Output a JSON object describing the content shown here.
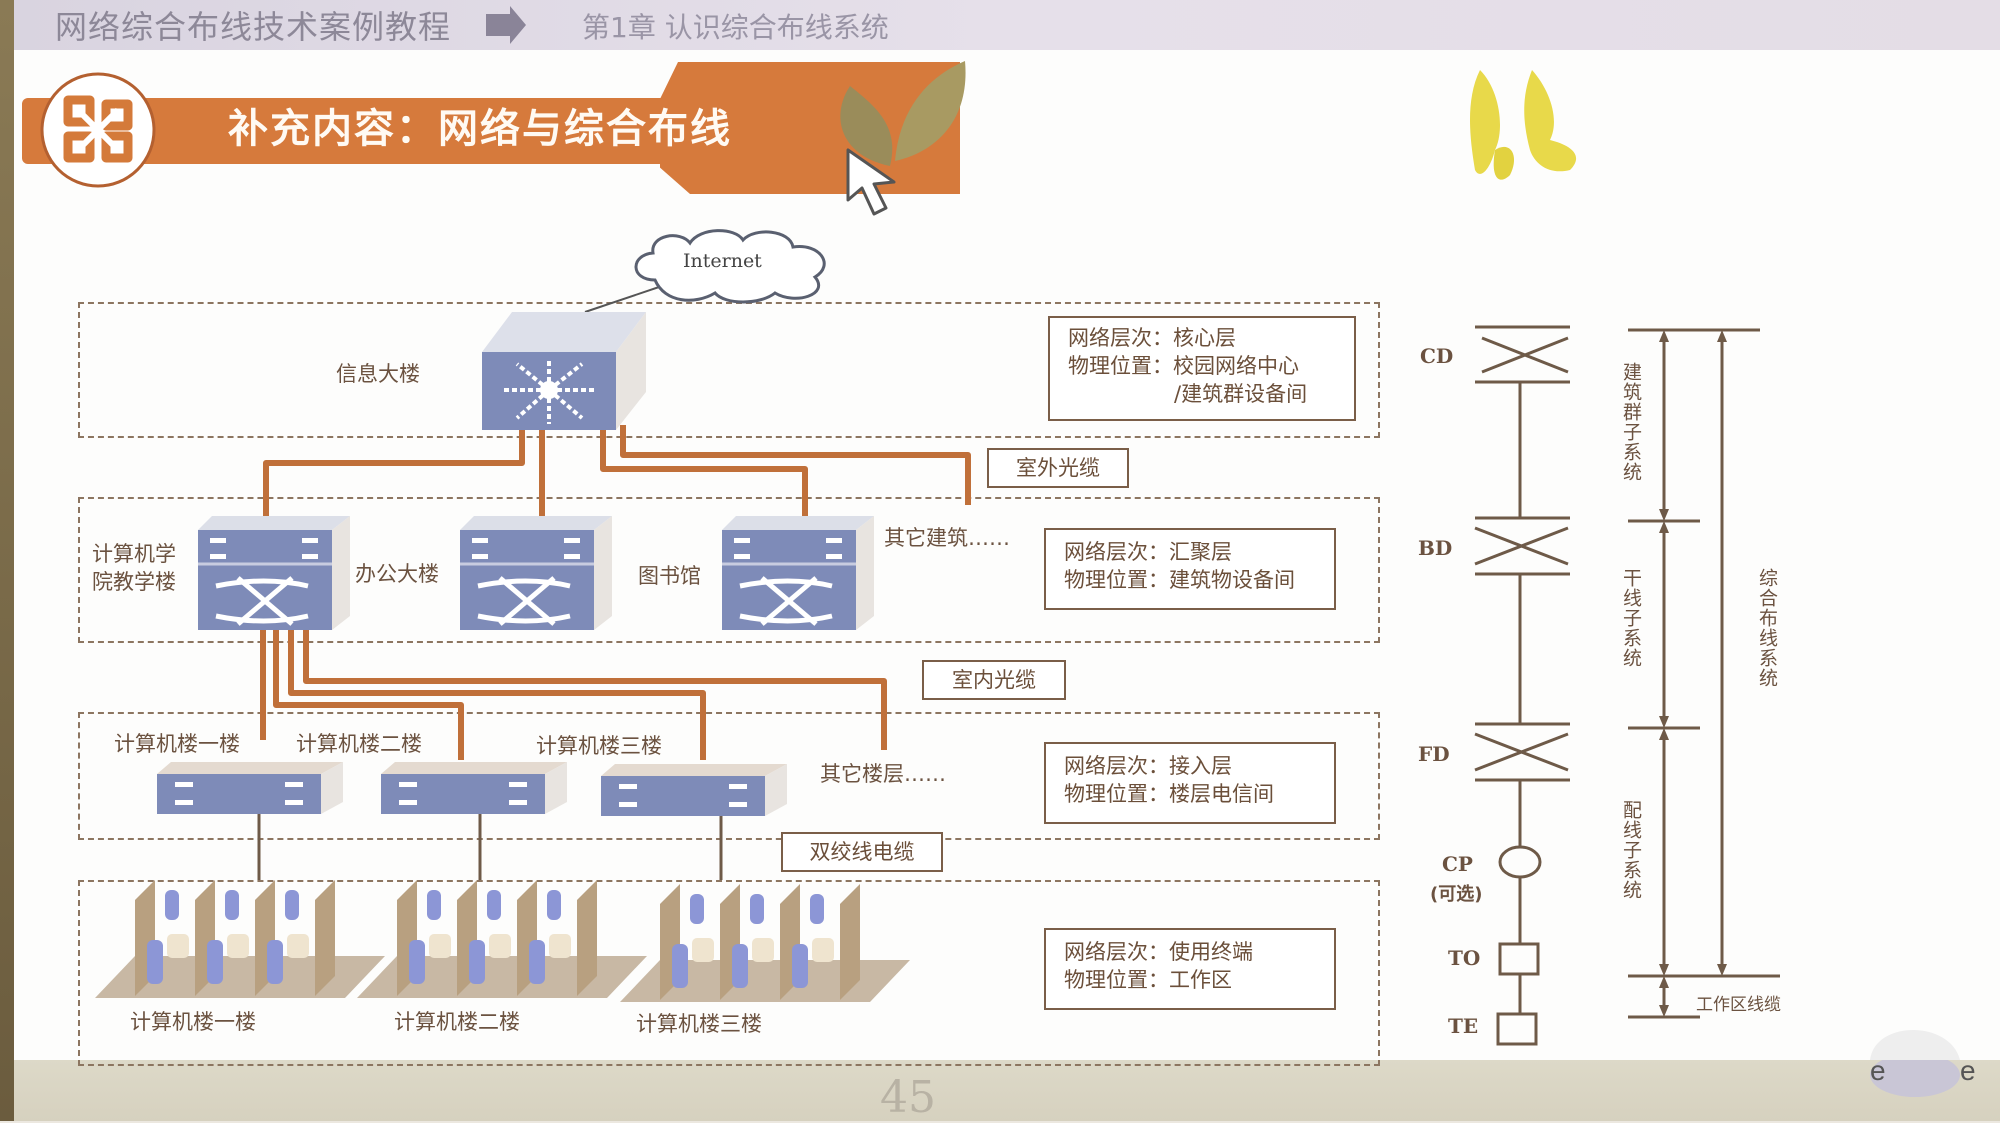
{
  "header": {
    "course_title": "网络综合布线技术案例教程",
    "chapter_title": "第1章 认识综合布线系统"
  },
  "slide": {
    "title": "补充内容：网络与综合布线",
    "page_number": "45"
  },
  "diagram": {
    "internet_label": "Internet",
    "core": {
      "building_label": "信息大楼",
      "info_line1": "网络层次：核心层",
      "info_line2": "物理位置：校园网络中心",
      "info_line3": "/建筑群设备间"
    },
    "outdoor_cable_label": "室外光缆",
    "distribution": {
      "buildings": [
        "计算机学院教学楼",
        "办公大楼",
        "图书馆"
      ],
      "building_first_line1": "计算机学",
      "building_first_line2": "院教学楼",
      "other_buildings": "其它建筑……",
      "info_line1": "网络层次：汇聚层",
      "info_line2": "物理位置：建筑物设备间"
    },
    "indoor_cable_label": "室内光缆",
    "access": {
      "floors": [
        "计算机楼一楼",
        "计算机楼二楼",
        "计算机楼三楼"
      ],
      "other_floors": "其它楼层……",
      "info_line1": "网络层次：接入层",
      "info_line2": "物理位置：楼层电信间"
    },
    "twisted_pair_label": "双绞线电缆",
    "workarea": {
      "rooms": [
        "计算机楼一楼",
        "计算机楼二楼",
        "计算机楼三楼"
      ],
      "info_line1": "网络层次：使用终端",
      "info_line2": "物理位置：工作区"
    }
  },
  "hierarchy": {
    "nodes": {
      "cd": "CD",
      "bd": "BD",
      "fd": "FD",
      "cp": "CP",
      "cp_note": "(可选)",
      "to": "TO",
      "te": "TE"
    },
    "subsystems": {
      "campus": "建筑群子系统",
      "backbone": "干线子系统",
      "horizontal": "配线子系统",
      "workarea": "工作区线缆",
      "overall": "综合布线系统"
    }
  },
  "colors": {
    "banner": "#d67a3c",
    "cable": "#c0703a",
    "text_brown": "#6b5240",
    "switch_blue": "#7e8bb8"
  }
}
